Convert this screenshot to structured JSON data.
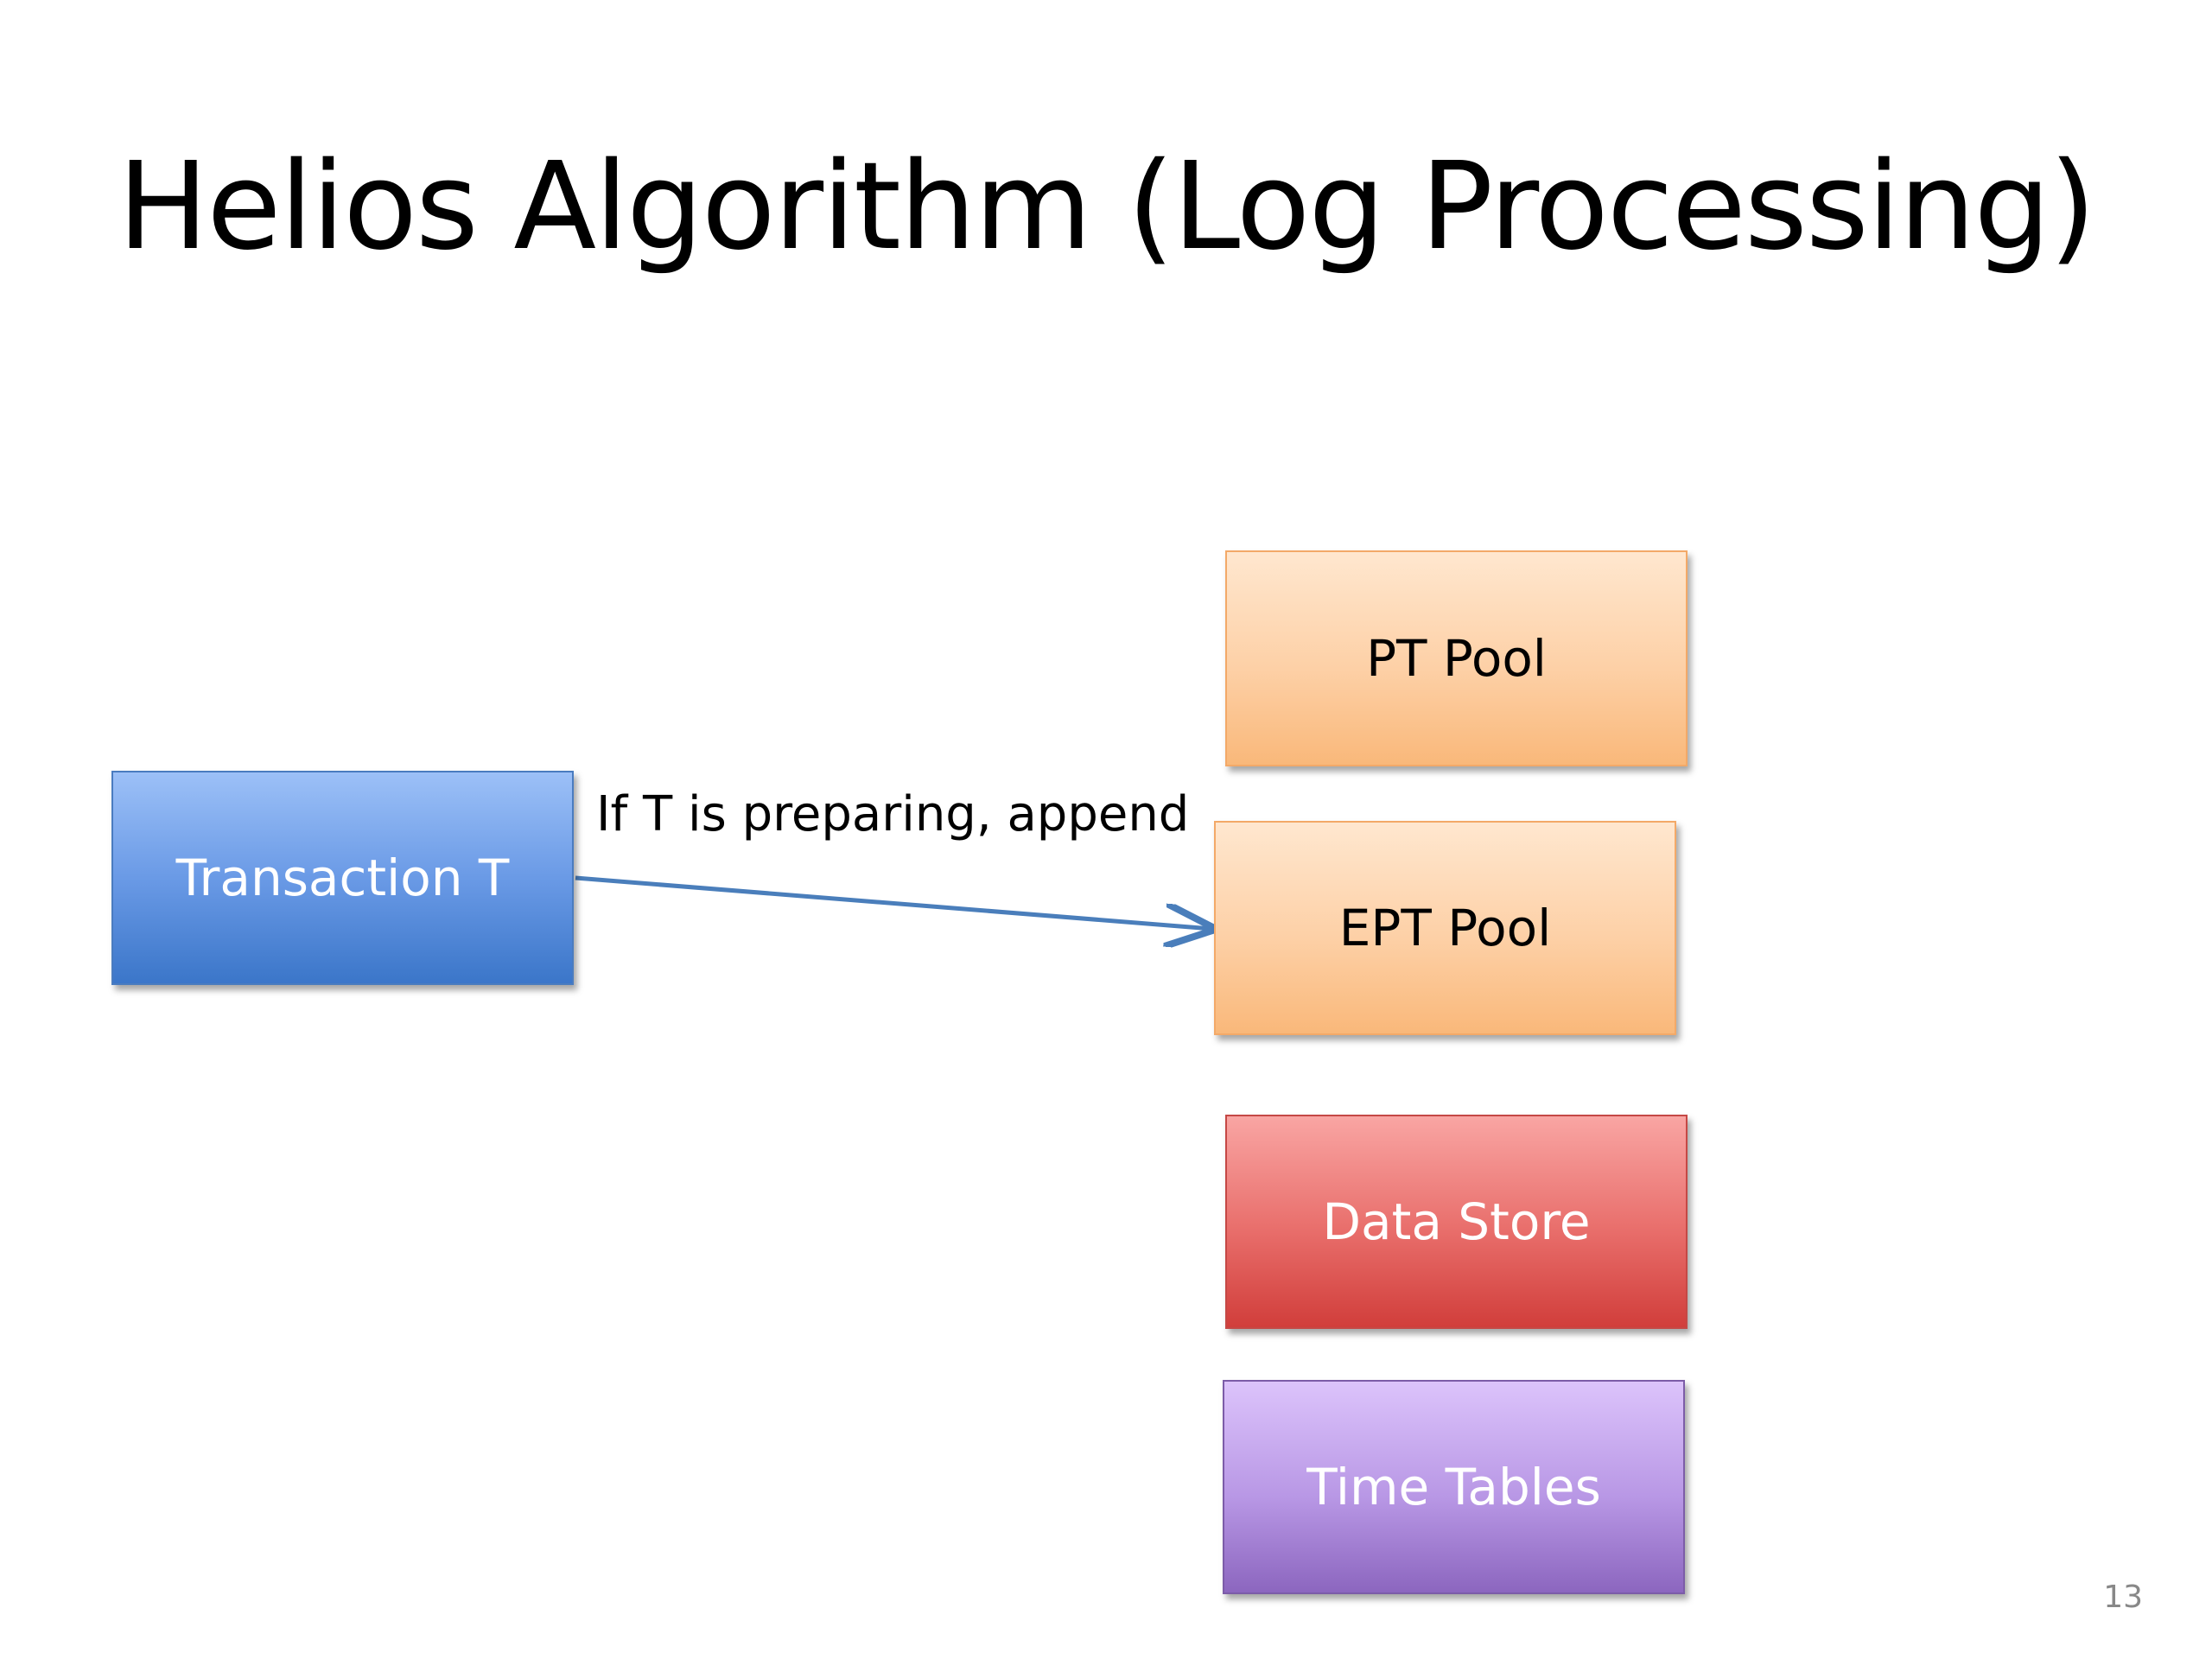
{
  "slide": {
    "title": "Helios Algorithm (Log Processing)",
    "page_number": "13"
  },
  "diagram": {
    "nodes": [
      {
        "id": "transaction",
        "label": "Transaction T",
        "color": "#4f86d6"
      },
      {
        "id": "pt_pool",
        "label": "PT Pool",
        "color": "#fcc591"
      },
      {
        "id": "ept_pool",
        "label": "EPT Pool",
        "color": "#fcc591"
      },
      {
        "id": "data_store",
        "label": "Data Store",
        "color": "#e05a57"
      },
      {
        "id": "time_tables",
        "label": "Time Tables",
        "color": "#a582d6"
      }
    ],
    "edges": [
      {
        "from": "transaction",
        "to": "ept_pool",
        "label": "If T is preparing, append",
        "color": "#4a7ebb"
      }
    ]
  }
}
